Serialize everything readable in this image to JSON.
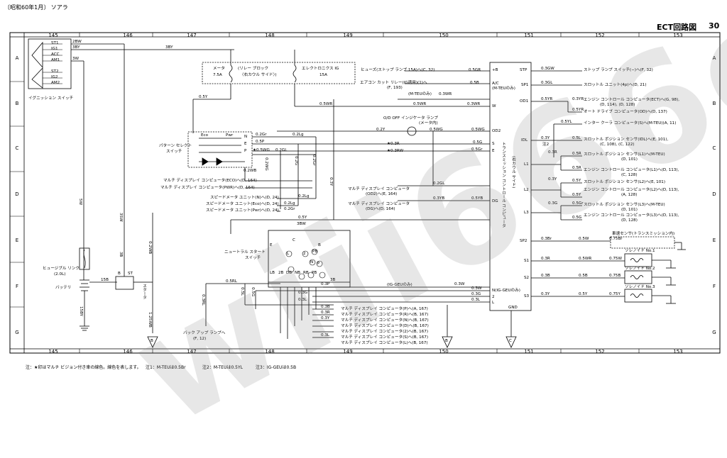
{
  "header": {
    "left": "〔昭和60年1月〕 ソアラ",
    "title": "ECT回路図",
    "page": "30"
  },
  "columns": [
    "145",
    "146",
    "147",
    "148",
    "149",
    "150",
    "151",
    "152",
    "153"
  ],
  "rows": [
    "A",
    "B",
    "C",
    "D",
    "E",
    "F",
    "G"
  ],
  "left": {
    "ign_terms": [
      "ST1",
      "IG1",
      "ACC",
      "AM1",
      "ST2",
      "IG2",
      "AM2"
    ],
    "ign_wires": [
      "2BW",
      "3BY",
      "3W"
    ],
    "ign_switch": "イグニッション スイッチ",
    "fuse_link": "ヒュージブル リンク",
    "fuse_link_spec": "(2.0L)",
    "battery": "バッテリ",
    "bat_wire": "15BY",
    "starter": "スタータ",
    "starter_terms": [
      "B",
      "ST"
    ],
    "wire_15b": "15B",
    "wire_5w": "5W",
    "wire_3sw": "3SW",
    "wire_3b": "3B"
  },
  "relay": {
    "meter_fuse": "メータ",
    "meter_amp": "7.5A",
    "relay_block": "(リレー ブロック",
    "relay_block2": "〈右カウル サイド〉)",
    "ecu_ig": "エレクトロニクス IG",
    "ecu_amp": "15A",
    "w3by": "3BY",
    "w05y": "0.5Y",
    "w05wr": "0.5WR",
    "w05y2": "0.5Y"
  },
  "pattern": {
    "name": "パターン セレクト",
    "name2": "スイッチ",
    "eco": "Eco",
    "pwr": "Pwr",
    "n": "N",
    "e": "E",
    "p": "P"
  },
  "center": {
    "w1": "0.2Gr",
    "w2": "0.2Lg",
    "w3": "0.5P",
    "w4": "★0.5WG",
    "w5": "0.2GL",
    "w6": "0.2WB",
    "w7": "0.2WG",
    "w8": "0.2G",
    "w9": "0.2Lg",
    "w10": "0.2Gr",
    "w11": "0.5Y",
    "w12": "3BW",
    "mdc_eco": "マルチ ディスプレイ コンピュータ(ECO)へ(D, 164)",
    "mdc_pwr": "マルチ ディスプレイ コンピュータ(PWR)へ(D, 164)",
    "spd_n": "スピードメータ ユニット(N)へ(D, 24)",
    "spd_eco": "スピードメータ ユニット(Eco)へ(D, 24)",
    "spd_pwr": "スピードメータ ユニット(Pwr)へ(D, 24)",
    "w_2y": "0.2Y",
    "w_3r": "★0.3R",
    "w_3rw": "★0.3RW",
    "w_2gl": "0.2GL",
    "w_3yb": "0.3YB",
    "mdc_od2": "マルチ ディスプレイ コンピュータ",
    "mdc_od2b": "(OD2)へ(E, 164)",
    "mdc_dg": "マルチ ディスプレイ コンピュータ",
    "mdc_dgb": "(DG)へ(D, 164)",
    "od_off": "O/D OFF インジケータ ランプ",
    "od_off2": "(メータ内)",
    "w_5wg": "0.5WG",
    "w_3y": "0.3Y",
    "w_2wb": "0.2WB",
    "w_125wb": "1.25WB"
  },
  "nss": {
    "name": "ニュートラル スタート",
    "name2": "スイッチ",
    "terms": [
      "LB",
      "2B",
      "DB",
      "NB",
      "RB",
      "PB"
    ],
    "circ": [
      "L",
      "2",
      "D",
      "N",
      "R",
      "P",
      "PB",
      "E",
      "B",
      "C"
    ],
    "wires": [
      "0.5RL",
      "0.5L",
      "0.5G",
      "0.3G",
      "0.3L",
      "0.3B",
      "0.3R",
      "0.3P",
      "0.3Y",
      "0.3L",
      "0.3W",
      "3B"
    ],
    "ig_geu": "(IG-GEUのみ)",
    "ig_geu2": "(IG-GEUのみ)"
  },
  "mdc_out": [
    "マルチ ディスプレイ コンピュータ(P)へ(A, 167)",
    "マルチ ディスプレイ コンピュータ(R)へ(B, 167)",
    "マルチ ディスプレイ コンピュータ(N)へ(B, 167)",
    "マルチ ディスプレイ コンピュータ(D)へ(B, 167)",
    "マルチ ディスプレイ コンピュータ(2)へ(B, 167)",
    "マルチ ディスプレイ コンピュータ(S)へ(B, 167)",
    "マルチ ディスプレイ コンピュータ(L)へ(B, 167)"
  ],
  "backup": "バック アップ ランプへ",
  "backup2": "(F, 12)",
  "w_3rl": "0.3RL",
  "ecu": {
    "name": "トランスミッション コントロール コンピュータ",
    "name2": "(右カウル サイド)",
    "left_pins": [
      "+B",
      "A/C",
      "(M-TEUのみ)",
      "W",
      "OD2",
      "S",
      "E",
      "DG",
      "N(IG-GEUのみ)",
      "2",
      "L",
      "GND"
    ],
    "right_pins": [
      "STP",
      "SP1",
      "OD1",
      "IDL",
      "L1",
      "L2",
      "L3",
      "SP2",
      "S1",
      "S2",
      "S3"
    ],
    "stop_fuse": "ヒューズ(ストップ ランプ 15A)へ(C, 32)",
    "ac_cut": "エアコン カット リレー(IG適用)(1)へ",
    "ac_cut2": "(F, 193)",
    "m_teu": "(M-TEUのみ)",
    "wires_l": [
      "0.5GR",
      "0.5B",
      "0.3WR",
      "0.3WR",
      "0.5WR",
      "0.5WG",
      "0.5G",
      "0.5Gr",
      "0.5YB",
      "0.3W",
      "0.3G",
      "0.3L",
      "0.5R",
      "0.3Y"
    ]
  },
  "right": {
    "stp": "ストップ ランプ スイッチ(−)へ(F, 32)",
    "sp1": "スロットル ユニット(4p)へ(D, 21)",
    "od1a": "エンジン コントロール コンピュータ(ECT)へ(G, 98),",
    "od1b": "(D, 114), (D, 128)",
    "od1c": "オート ドライブ コンピュータ(OD)へ(D, 137)",
    "idl_a": "インター クーラ コンピュータ(S)へ(M-TEU)(A, 11)",
    "idl_b": "スロットル ポジション センサ(IDL)へ(E, 101),",
    "idl_c": "(C, 108), (C, 122)",
    "l1a": "スロットル ポジション センサ(L1)へ(M-TEU)",
    "l1b": "(D, 101)",
    "l1c": "エンジン コントロール コンピュータ(L1)へ(D, 113),",
    "l1d": "(C, 128)",
    "l2a": "スロットル ポジション センサ(L2)へ(E, 101)",
    "l2b": "エンジン コントロール コンピュータ(L2)へ(D, 113),",
    "l2c": "(A, 128)",
    "l3a": "スロットル ポジション センサ(L3)へ(M-TEU)",
    "l3b": "(D, 101)",
    "l3c": "エンジン コントロール コンピュータ(L3)へ(D, 113),",
    "l3d": "(D, 128)",
    "sp2": "車速センサ(トランスミッション内)",
    "sol1": "ソレノイド No.1",
    "sol2": "ソレノイド No.2",
    "sol3": "ソレノイド No.3",
    "wires": [
      "0.3GW",
      "0.3GL",
      "0.5YR",
      "0.3YR",
      "0.5YR",
      "0.5YL",
      "0.3Y",
      "0.5L",
      "0.3R",
      "0.5R",
      "0.5R",
      "0.3Y",
      "0.5Y",
      "0.5Y",
      "0.3G",
      "0.5Gr",
      "0.5G",
      "0.3Br",
      "0.5W",
      "0.75Br",
      "0.3R",
      "0.5WR",
      "0.75W",
      "0.3B",
      "0.5B",
      "0.75B",
      "0.3Y",
      "0.5Y",
      "0.75Y"
    ],
    "note2": "注2",
    "note1": "注1",
    "note3": "注3"
  },
  "grounds": [
    "B",
    "B",
    "C"
  ],
  "footer": {
    "n1": "注：★印はマルチ ビジョン付き車の線色。線色を表します。",
    "n2": "注1：M-TEUは0.5Br",
    "n3": "注2：M-TEUは0.5YL",
    "n4": "注3：IG-GEUは0.5B"
  },
  "watermark": "wiii666c"
}
